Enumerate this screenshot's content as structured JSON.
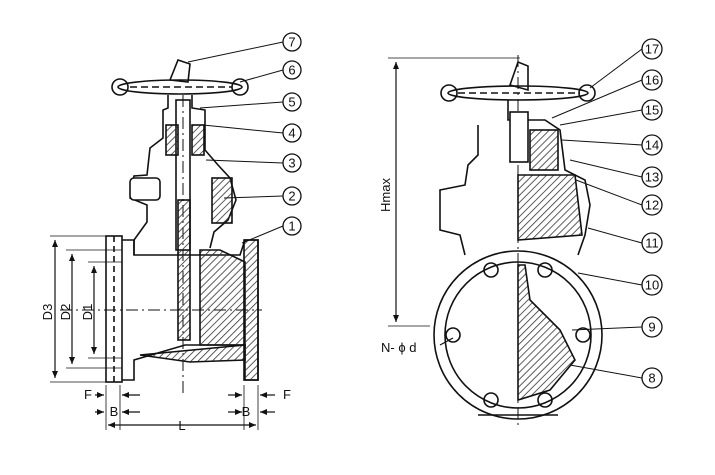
{
  "callouts": [
    "1",
    "2",
    "3",
    "4",
    "5",
    "6",
    "7",
    "8",
    "9",
    "10",
    "11",
    "12",
    "13",
    "14",
    "15",
    "16",
    "17"
  ],
  "dimensions": {
    "d3": "D3",
    "d2": "D2",
    "d1": "D1",
    "f_left": "F",
    "f_right": "F",
    "b_left": "B",
    "b_right": "B",
    "l": "L",
    "hmax": "Hmax",
    "bolts": "N- ϕ d"
  },
  "colors": {
    "ink": "#111111",
    "paper": "#ffffff",
    "hatch": "#333333"
  }
}
